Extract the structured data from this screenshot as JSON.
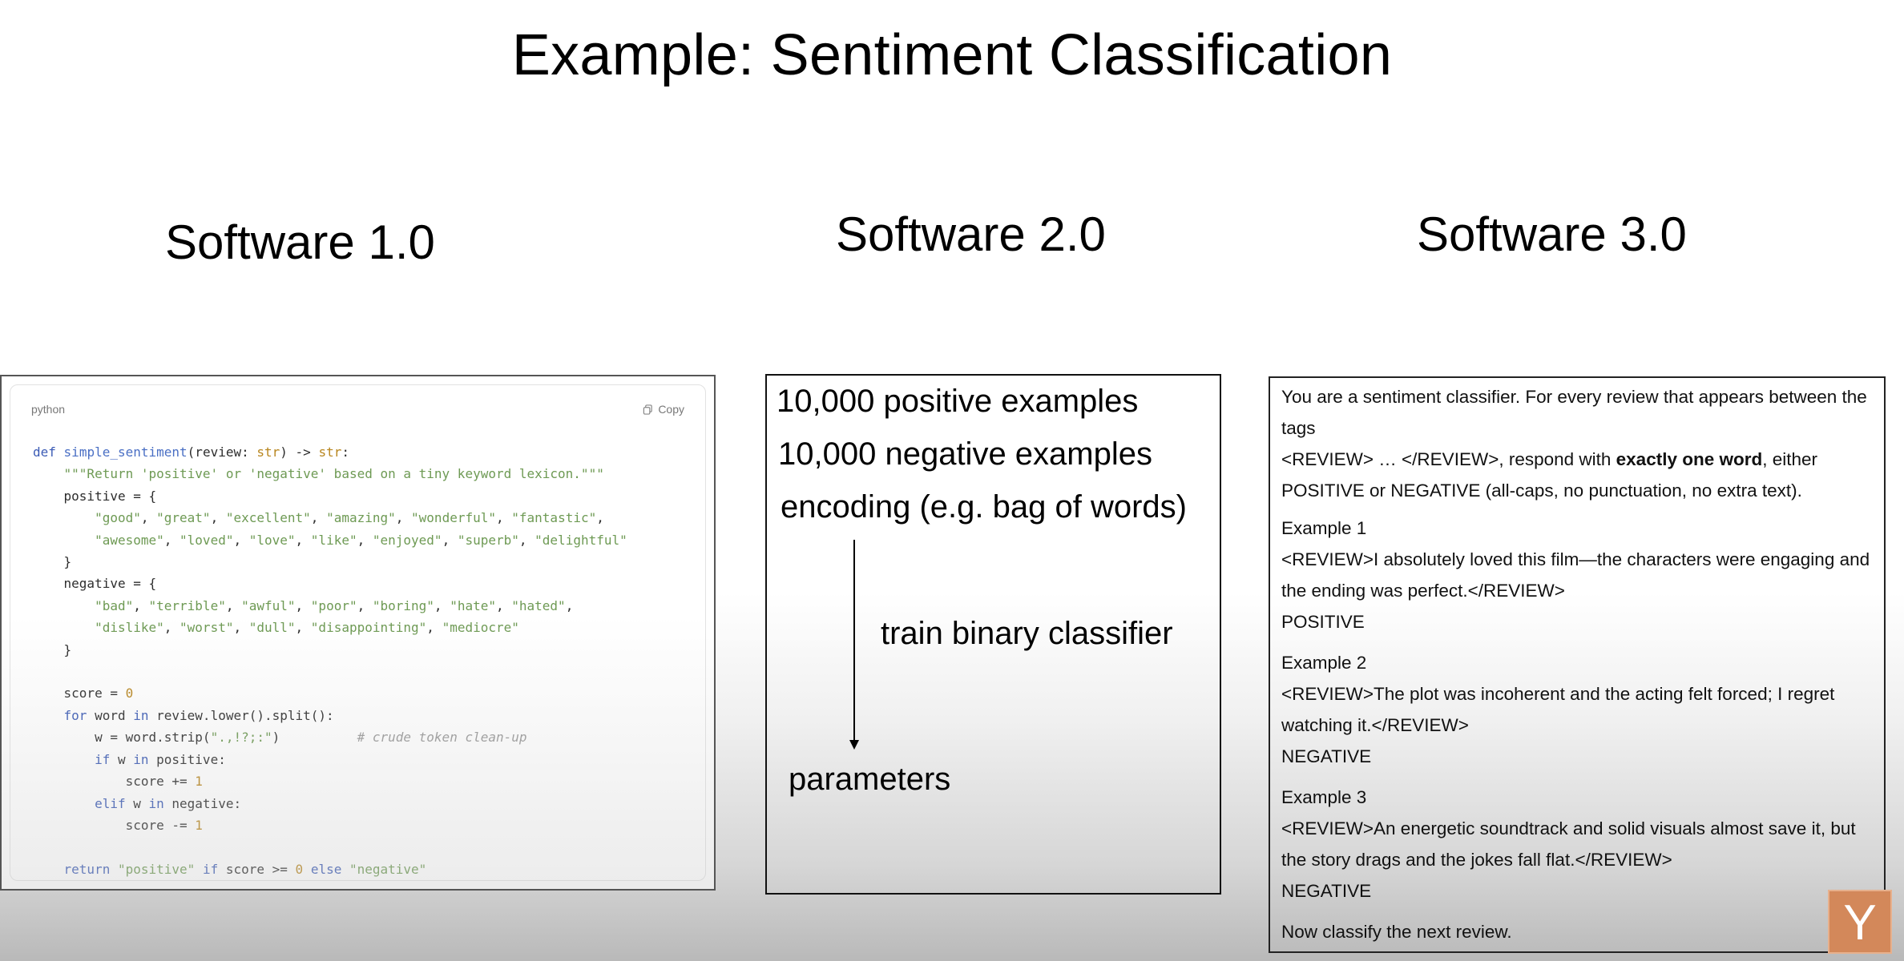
{
  "slide_title": "Example: Sentiment Classification",
  "columns": {
    "sw1_title": "Software 1.0",
    "sw2_title": "Software 2.0",
    "sw3_title": "Software 3.0"
  },
  "code_block": {
    "language": "python",
    "copy_label": "Copy",
    "lines": [
      "def simple_sentiment(review: str) -> str:",
      "    \"\"\"Return 'positive' or 'negative' based on a tiny keyword lexicon.\"\"\"",
      "    positive = {",
      "        \"good\", \"great\", \"excellent\", \"amazing\", \"wonderful\", \"fantastic\",",
      "        \"awesome\", \"loved\", \"love\", \"like\", \"enjoyed\", \"superb\", \"delightful\"",
      "    }",
      "    negative = {",
      "        \"bad\", \"terrible\", \"awful\", \"poor\", \"boring\", \"hate\", \"hated\",",
      "        \"dislike\", \"worst\", \"dull\", \"disappointing\", \"mediocre\"",
      "    }",
      "",
      "    score = 0",
      "    for word in review.lower().split():",
      "        w = word.strip(\".,!?;:\")          # crude token clean-up",
      "        if w in positive:",
      "            score += 1",
      "        elif w in negative:",
      "            score -= 1",
      "",
      "    return \"positive\" if score >= 0 else \"negative\""
    ]
  },
  "sw2_panel": {
    "line1": "10,000 positive examples",
    "line2": "10,000 negative examples",
    "line3": "encoding (e.g. bag of words)",
    "arrow_label": "train binary classifier",
    "result": "parameters"
  },
  "sw3_panel": {
    "intro_1": "You are a sentiment classifier. For every review that appears between the tags",
    "intro_2a": "<REVIEW> … </REVIEW>, respond with ",
    "intro_2b": "exactly one word",
    "intro_2c": ", either",
    "intro_3": "POSITIVE or NEGATIVE (all-caps, no punctuation, no extra text).",
    "examples": [
      {
        "label": "Example 1",
        "review": "<REVIEW>I absolutely loved this film—the characters were engaging and the ending was perfect.</REVIEW>",
        "answer": "POSITIVE"
      },
      {
        "label": "Example 2",
        "review": "<REVIEW>The plot was incoherent and the acting felt forced; I regret watching it.</REVIEW>",
        "answer": "NEGATIVE"
      },
      {
        "label": "Example 3",
        "review": "<REVIEW>An energetic soundtrack and solid visuals almost save it, but the story drags and the jokes fall flat.</REVIEW>",
        "answer": "NEGATIVE"
      }
    ],
    "closing": "Now classify the next review."
  },
  "logo_letter": "Y"
}
